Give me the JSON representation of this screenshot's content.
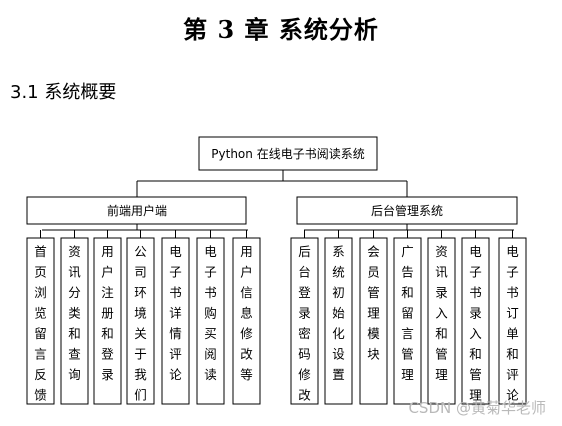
{
  "heading": "第 3 章  系统分析",
  "section_title": "3.1 系统概要",
  "tree": {
    "root": "Python 在线电子书阅读系统",
    "front": {
      "label": "前端用户端",
      "children": [
        "首页浏览留言反馈",
        "资讯分类和查询",
        "用户注册和登录",
        "公司环境关于我们",
        "电子书详情评论",
        "电子书购买阅读",
        "用户信息修改等"
      ]
    },
    "back": {
      "label": "后台管理系统",
      "children": [
        "后台登录密码修改",
        "系统初始化设置",
        "会员管理模块",
        "广告和留言管理",
        "资讯录入和管理",
        "电子书录入和管理",
        "电子书订单和评论"
      ]
    }
  },
  "watermark": "CSDN @黄菊华老师"
}
